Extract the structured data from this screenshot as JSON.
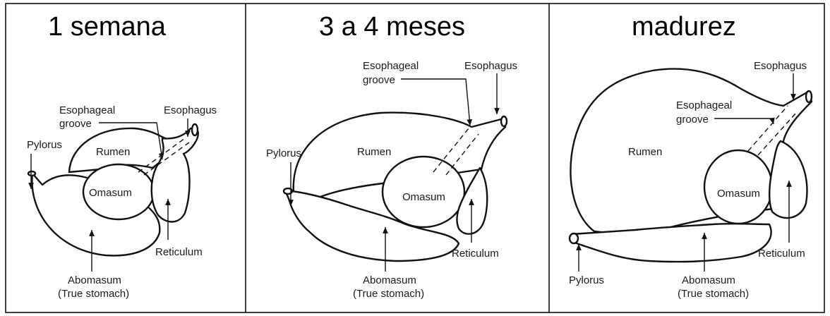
{
  "panels": [
    {
      "title": "1 semana",
      "labels": {
        "esophageal_groove": [
          "Esophageal",
          "groove"
        ],
        "esophagus": "Esophagus",
        "pylorus": "Pylorus",
        "rumen": "Rumen",
        "omasum": "Omasum",
        "reticulum": "Reticulum",
        "abomasum": [
          "Abomasum",
          "(True stomach)"
        ]
      }
    },
    {
      "title": "3 a 4 meses",
      "labels": {
        "esophageal_groove": [
          "Esophageal",
          "groove"
        ],
        "esophagus": "Esophagus",
        "pylorus": "Pylorus",
        "rumen": "Rumen",
        "omasum": "Omasum",
        "reticulum": "Reticulum",
        "abomasum": [
          "Abomasum",
          "(True stomach)"
        ]
      }
    },
    {
      "title": "madurez",
      "labels": {
        "esophageal_groove": [
          "Esophageal",
          "groove"
        ],
        "esophagus": "Esophagus",
        "pylorus": "Pylorus",
        "rumen": "Rumen",
        "omasum": "Omasum",
        "reticulum": "Reticulum",
        "abomasum": [
          "Abomasum",
          "(True stomach)"
        ]
      }
    }
  ]
}
